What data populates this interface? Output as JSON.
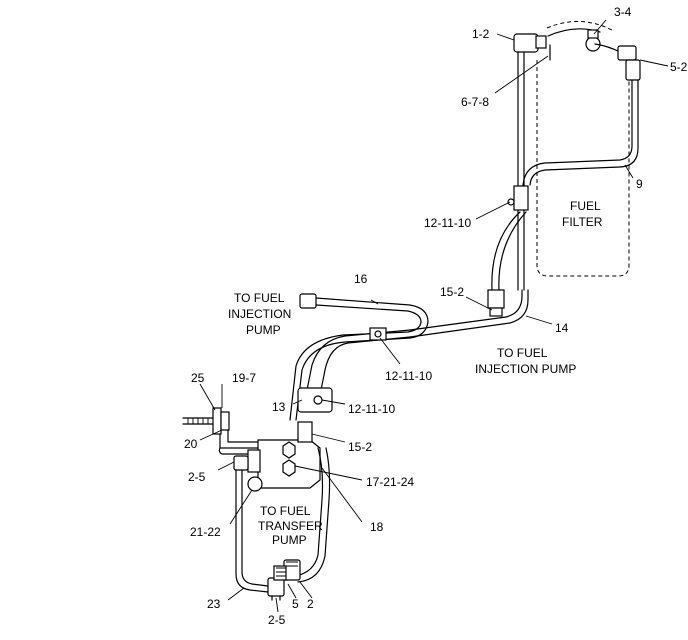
{
  "callouts": {
    "c1_2": "1-2",
    "c3_4": "3-4",
    "c5_2_top": "5-2",
    "c6_7_8": "6-7-8",
    "c9": "9",
    "c12_11_10_a": "12-11-10",
    "c15_2_a": "15-2",
    "c14": "14",
    "c16": "16",
    "c12_11_10_b": "12-11-10",
    "c25": "25",
    "c19_7": "19-7",
    "c13": "13",
    "c12_11_10_c": "12-11-10",
    "c20": "20",
    "c15_2_b": "15-2",
    "c2_5_a": "2-5",
    "c17_21_24": "17-21-24",
    "c21_22": "21-22",
    "c18": "18",
    "c23": "23",
    "c5": "5",
    "c2": "2",
    "c2_5_b": "2-5"
  },
  "notes": {
    "filter_line1": "FUEL",
    "filter_line2": "FILTER",
    "inj_left_1": "TO FUEL",
    "inj_left_2": "INJECTION",
    "inj_left_3": "PUMP",
    "inj_right_1": "TO FUEL",
    "inj_right_2": "INJECTION PUMP",
    "transfer_1": "TO FUEL",
    "transfer_2": "TRANSFER",
    "transfer_3": "PUMP"
  }
}
